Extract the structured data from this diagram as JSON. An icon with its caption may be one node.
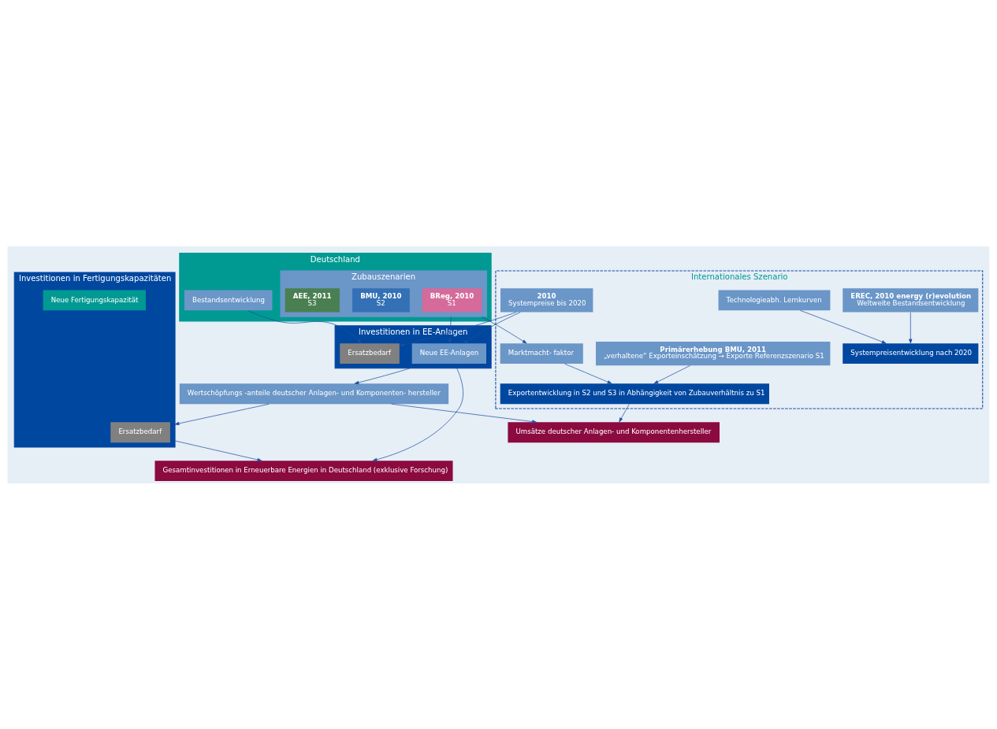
{
  "diagram": {
    "nodes": [
      {
        "text": [
          "Internationales Szenario"
        ]
      },
      {
        "text": [
          "EREC, 2010 energy (r)evolution",
          "Weltweite Bestandsentwicklung"
        ],
        "in": 0
      },
      {
        "text": [
          "Technologieabh. Lernkurven"
        ],
        "in": 0
      },
      {
        "text": [
          "Systempreisentwicklung nach 2020"
        ],
        "in": 0
      },
      {
        "text": [
          "2010",
          "Systempreise bis 2020"
        ],
        "in": 0
      },
      {
        "text": [
          "Primärerhebung BMU, 2011",
          "„verhaltene“ Exporteinschätzung → Exporte Referenzszenario S1"
        ],
        "in": 0
      },
      {
        "text": [
          "Marktmacht- faktor"
        ],
        "in": 0
      },
      {
        "text": [
          "Exportentwicklung in S2 und S3 in Abhängigkeit von Zubauverhältnis zu S1"
        ],
        "in": 0
      },
      {
        "text": [
          "Deutschland"
        ]
      },
      {
        "text": [
          "Zubauszenarien"
        ],
        "in": 8
      },
      {
        "text": [
          "BReg, 2010",
          "S1"
        ],
        "in": 9
      },
      {
        "text": [
          "BMU, 2010",
          "S2"
        ],
        "in": 9
      },
      {
        "text": [
          "AEE, 2011",
          "S3"
        ],
        "in": 9
      },
      {
        "text": [
          "Bestandsentwicklung"
        ],
        "in": 8
      },
      {
        "text": [
          "Umsätze deutscher Anlagen- und Komponentenhersteller"
        ]
      },
      {
        "text": [
          "Investitionen in Fertigungskapazitäten"
        ]
      },
      {
        "text": [
          "Ersatzbedarf"
        ],
        "in": 15
      },
      {
        "text": [
          "Neue Fertigungskapazität"
        ],
        "in": 15
      },
      {
        "text": [
          "Wertschöpfungs -anteile deutscher Anlagen- und Komponenten- hersteller"
        ]
      },
      {
        "text": [
          "Investitionen in EE-Anlagen"
        ]
      },
      {
        "text": [
          "Neue EE-Anlagen"
        ],
        "in": 19
      },
      {
        "text": [
          "Ersatzbedarf"
        ],
        "in": 19
      },
      {
        "text": [
          "Gesamtinvestitionen in Erneuerbare Energien in Deutschland (exklusive Forschung)"
        ]
      }
    ],
    "edges": [
      {
        "from": 1,
        "to": 3,
        "arrow": "to"
      },
      {
        "from": 2,
        "to": 3,
        "arrow": "to"
      },
      {
        "from": 5,
        "to": 7,
        "arrow": "to"
      },
      {
        "from": 6,
        "to": 7,
        "arrow": "to"
      },
      {
        "from": 9,
        "to": 6,
        "arrow": "to"
      },
      {
        "from": 9,
        "to": 20,
        "arrow": "to"
      },
      {
        "from": 4,
        "to": 20,
        "arrow": "to"
      },
      {
        "from": 4,
        "to": 21,
        "arrow": "to"
      },
      {
        "from": 13,
        "to": 21,
        "arrow": "to"
      },
      {
        "from": 7,
        "to": 14,
        "arrow": "to"
      },
      {
        "from": 18,
        "to": 14,
        "arrow": "to"
      },
      {
        "from": 18,
        "to": 15,
        "arrow": "to"
      },
      {
        "from": 19,
        "to": 18,
        "arrow": "to"
      },
      {
        "from": 15,
        "to": 22,
        "arrow": "to"
      },
      {
        "from": 19,
        "to": 22,
        "arrow": "to"
      }
    ]
  }
}
